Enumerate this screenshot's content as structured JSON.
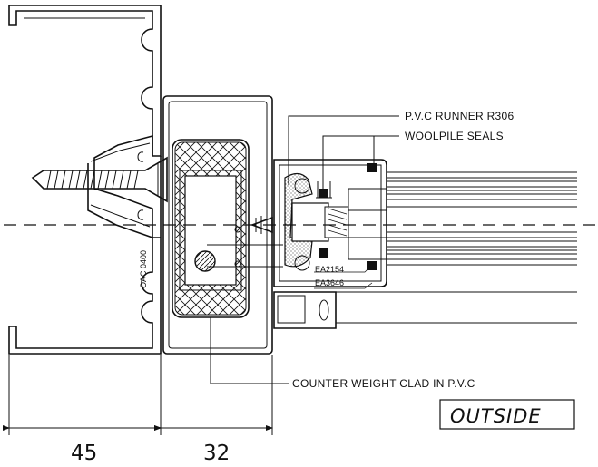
{
  "labels": {
    "runner": "P.V.C RUNNER R306",
    "woolpile": "WOOLPILE SEALS",
    "counterweight": "COUNTER WEIGHT CLAD IN P.V.C",
    "outside": "OUTSIDE",
    "profile_code": "OAC 0400",
    "ea2154": "EA2154",
    "ea3646": "EA3646"
  },
  "dimensions": {
    "left": "45",
    "right": "32"
  },
  "colors": {
    "line": "#111111",
    "background": "#ffffff"
  }
}
